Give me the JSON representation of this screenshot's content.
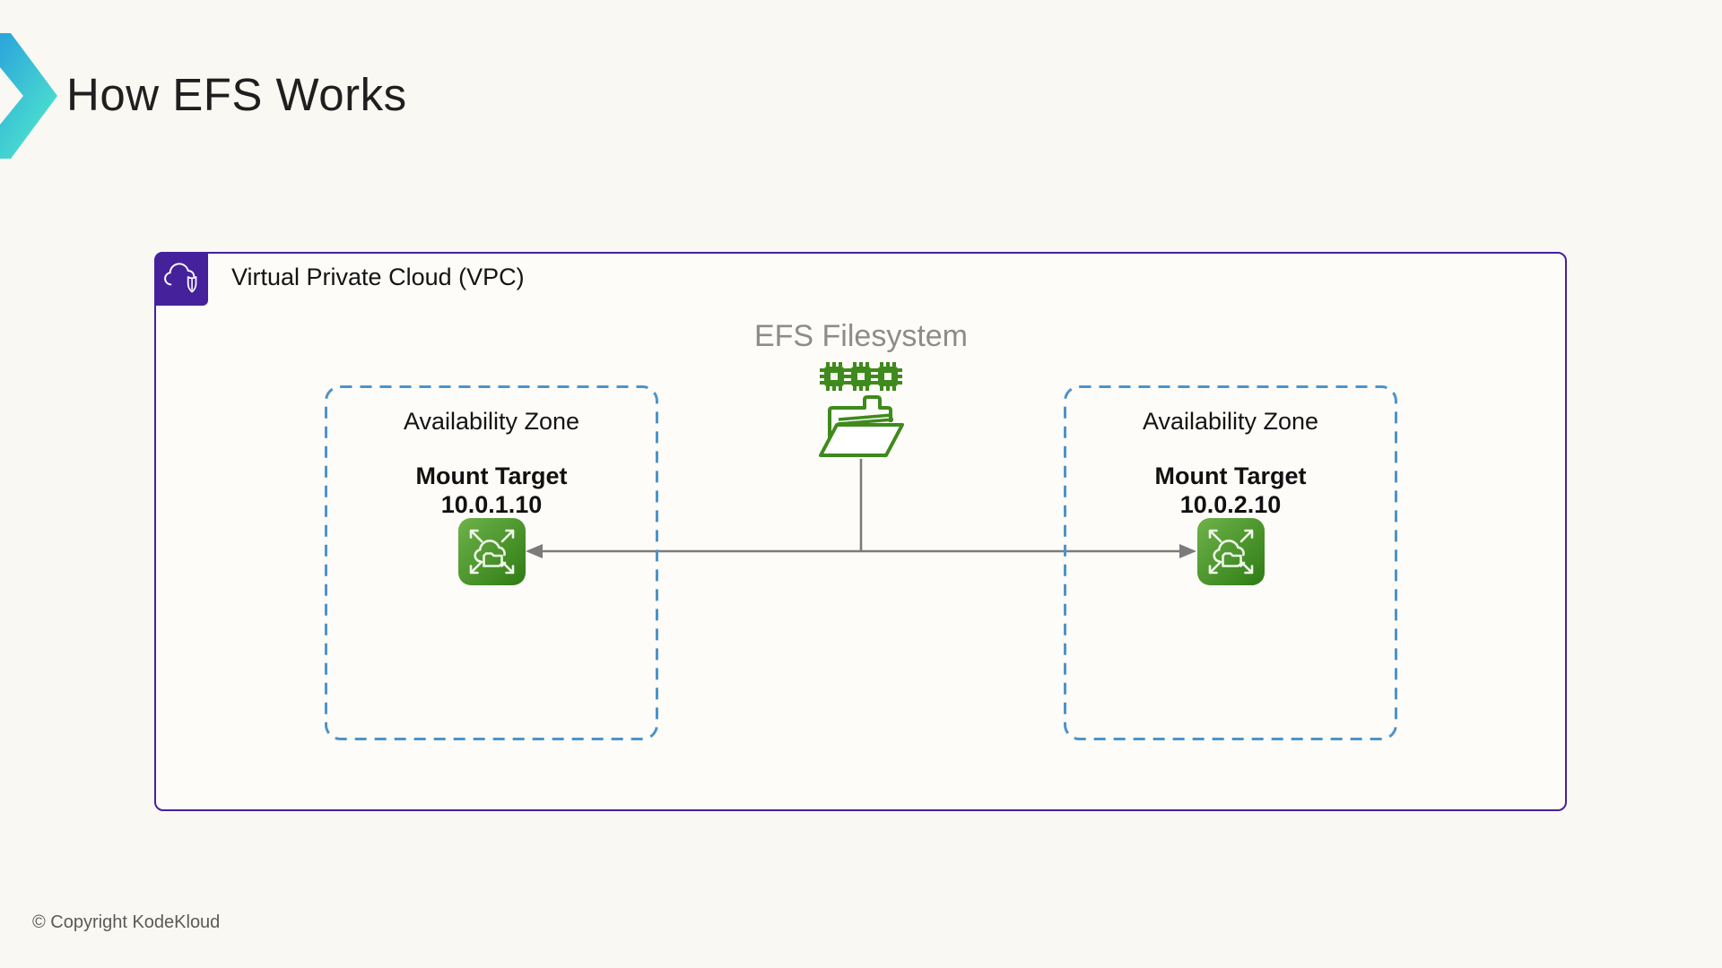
{
  "slide": {
    "title": "How EFS Works",
    "copyright": "© Copyright KodeKloud"
  },
  "diagram": {
    "vpc_label": "Virtual Private Cloud (VPC)",
    "efs_label": "EFS Filesystem",
    "zones": [
      {
        "label": "Availability Zone",
        "mount_target_label": "Mount Target",
        "mount_target_ip": "10.0.1.10"
      },
      {
        "label": "Availability Zone",
        "mount_target_label": "Mount Target",
        "mount_target_ip": "10.0.2.10"
      }
    ]
  },
  "icons": {
    "logo": "kodekloud-chevron-logo",
    "vpc": "vpc-cloud-shield-icon",
    "efs": "efs-folder-chips-icon",
    "mount_target": "mount-target-cloud-folder-icon",
    "connectors": "bidirectional-arrow-connector"
  },
  "colors": {
    "background": "#faf8f2",
    "vpc_purple": "#46219c",
    "az_dashed_blue": "#4e93c9",
    "efs_green": "#3e8a1c",
    "mount_gradient_start": "#6fb24a",
    "mount_gradient_end": "#2e7c14",
    "connector_gray": "#7b7b7b",
    "efs_label_gray": "#8c8c8c",
    "logo_gradient_start": "#2aa4db",
    "logo_gradient_end": "#4fe6cd"
  }
}
